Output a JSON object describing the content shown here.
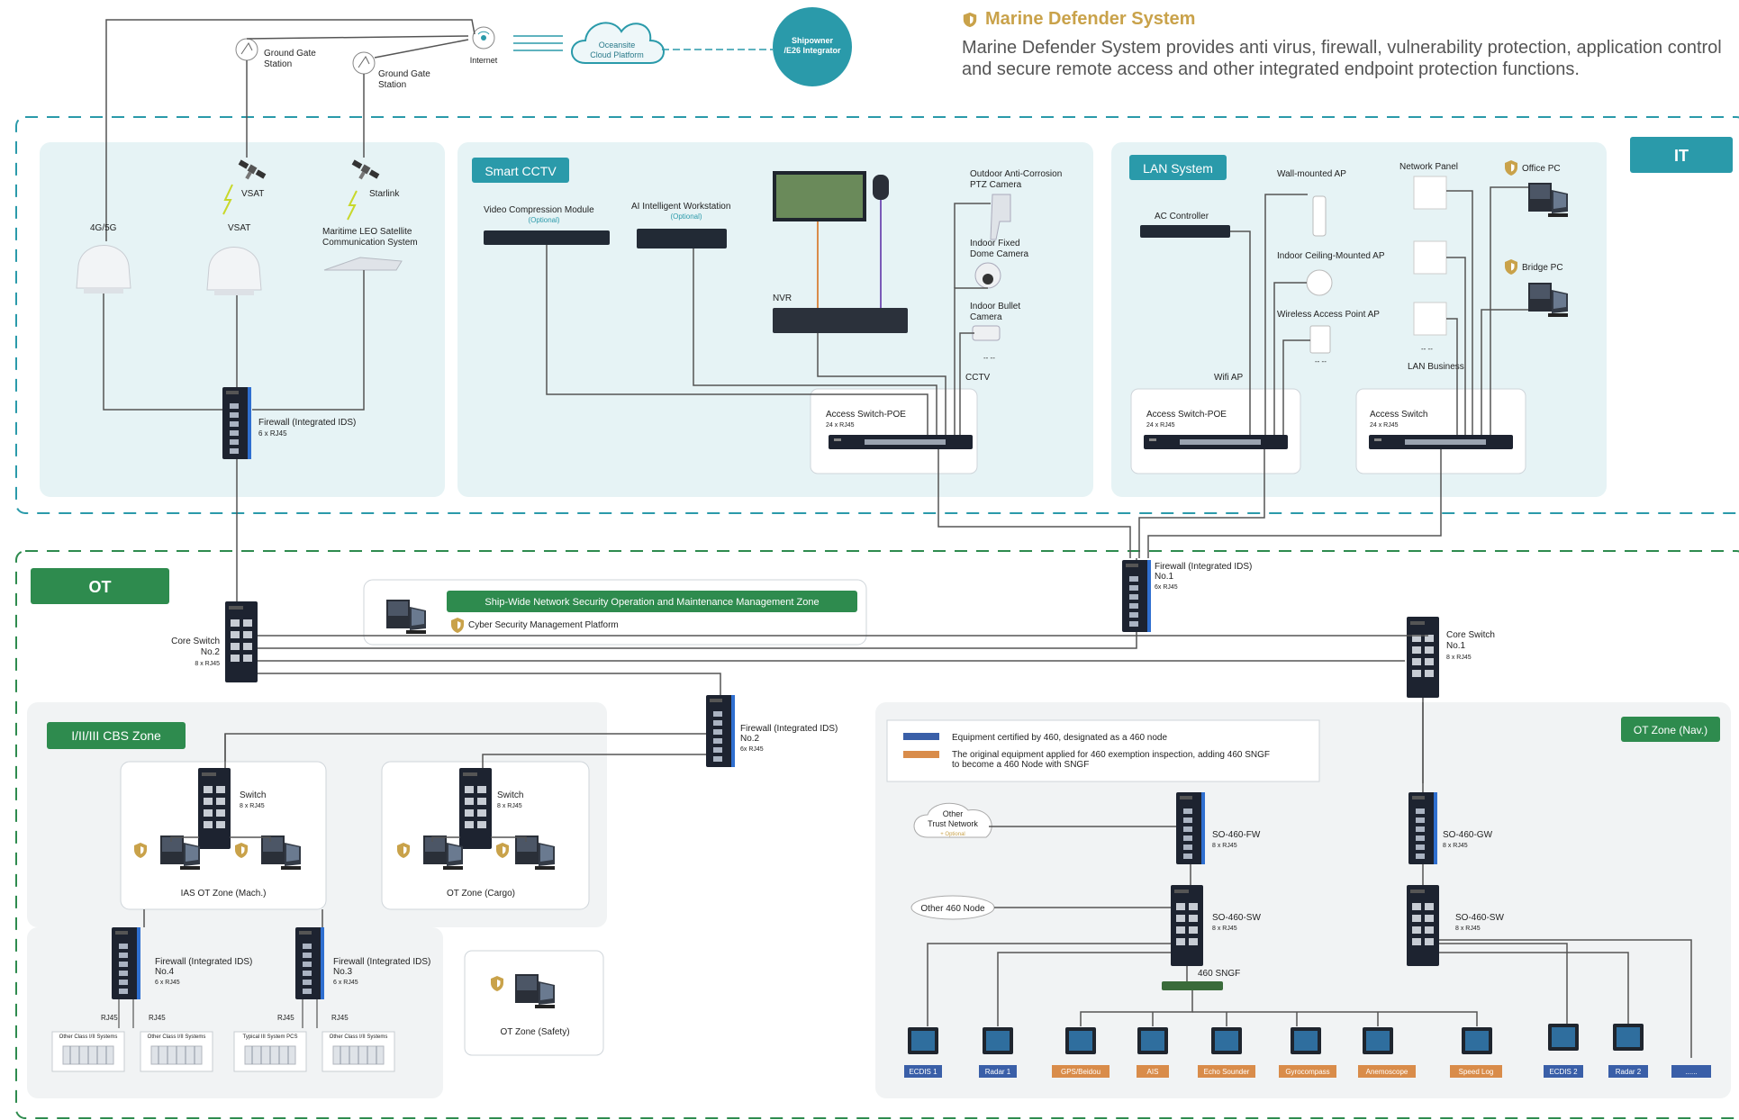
{
  "header": {
    "title": "Marine Defender System",
    "description": "Marine Defender System provides anti virus, firewall, vulnerability protection, application control and secure remote access and other integrated endpoint protection functions."
  },
  "zones": {
    "it": "IT",
    "ot": "OT",
    "smart_cctv": "Smart CCTV",
    "lan_system": "LAN System",
    "cbs_zone": "I/II/III CBS Zone",
    "ot_nav": "OT Zone (Nav.)",
    "sec_ops": "Ship-Wide Network Security Operation and Maintenance Management Zone"
  },
  "top": {
    "internet": "Internet",
    "ground_gate_1": [
      "Ground Gate",
      "Station"
    ],
    "ground_gate_2": [
      "Ground Gate",
      "Station"
    ],
    "cloud": [
      "Oceansite",
      "Cloud Platform"
    ],
    "shipowner": [
      "Shipowner",
      "/E26 Integrator"
    ]
  },
  "comms": {
    "vsat_sat": "VSAT",
    "starlink_sat": "Starlink",
    "g45": "4G/5G",
    "vsat": "VSAT",
    "leo": [
      "Maritime LEO Satellite",
      "Communication System"
    ],
    "firewall": "Firewall (Integrated IDS)",
    "firewall_ports": "6 x RJ45"
  },
  "cctv": {
    "video_compression": "Video Compression Module",
    "ai_workstation": "AI Intelligent Workstation",
    "optional": "(Optional)",
    "nvr": "NVR",
    "ptz": [
      "Outdoor Anti-Corrosion",
      "PTZ Camera"
    ],
    "dome": [
      "Indoor Fixed",
      "Dome Camera"
    ],
    "bullet": [
      "Indoor Bullet",
      "Camera"
    ],
    "cctv": "CCTV",
    "switch": "Access Switch-POE",
    "switch_ports": "24 x RJ45",
    "dots": "-- --"
  },
  "lan": {
    "ac_controller": "AC Controller",
    "wall_ap": "Wall-mounted AP",
    "ceiling_ap": "Indoor Ceiling-Mounted AP",
    "wireless_ap": "Wireless Access Point AP",
    "wifi_ap": "Wifi AP",
    "network_panel": "Network Panel",
    "lan_business": "LAN Business",
    "office_pc": "Office PC",
    "bridge_pc": "Bridge PC",
    "switch_poe": "Access Switch-POE",
    "switch": "Access Switch",
    "switch_ports": "24 x RJ45",
    "dots": "-- --"
  },
  "ot": {
    "fw1": [
      "Firewall (Integrated IDS)",
      "No.1",
      "6x RJ45"
    ],
    "fw2": [
      "Firewall (Integrated IDS)",
      "No.2",
      "6x RJ45"
    ],
    "core1": [
      "Core Switch",
      "No.1",
      "8 x RJ45"
    ],
    "core2": [
      "Core Switch",
      "No.2",
      "8 x RJ45"
    ],
    "csmp": "Cyber Security Management Platform",
    "switch": [
      "Switch",
      "8 x RJ45"
    ],
    "ias": "IAS OT Zone (Mach.)",
    "cargo": "OT Zone (Cargo)",
    "safety": "OT Zone (Safety)",
    "fw4": [
      "Firewall (Integrated IDS)",
      "No.4",
      "6 x RJ45"
    ],
    "fw3": [
      "Firewall (Integrated IDS)",
      "No.3",
      "6 x RJ45"
    ],
    "rj45": "RJ45",
    "systems": [
      "Other Class I/II Systems",
      "Other Class I/II Systems",
      "Typical III System PCS",
      "Other Class I/II Systems"
    ]
  },
  "nav": {
    "legend_blue": "Equipment certified by 460, designated as a 460 node",
    "legend_orange": [
      "The original equipment applied for 460 exemption inspection, adding 460 SNGF",
      "to become a 460 Node with SNGF"
    ],
    "other_trust": [
      "Other",
      "Trust Network",
      "+ Optional"
    ],
    "other_460": "Other 460 Node",
    "so_fw": [
      "SO-460-FW",
      "8 x RJ45"
    ],
    "so_gw": [
      "SO-460-GW",
      "8 x RJ45"
    ],
    "so_sw1": [
      "SO-460-SW",
      "8 x RJ45"
    ],
    "so_sw2": [
      "SO-460-SW",
      "8 x RJ45"
    ],
    "sngf": "460 SNGF",
    "devices": [
      "ECDIS 1",
      "Radar 1",
      "GPS/Beidou",
      "AIS",
      "Echo Sounder",
      "Gyrocompass",
      "Anemoscope",
      "Speed Log",
      "ECDIS 2",
      "Radar 2",
      "......"
    ],
    "colors": {
      "blue": "#3a5fa8",
      "orange": "#d98c4a"
    }
  },
  "colors": {
    "teal": "#2a9aaa",
    "green": "#2e8b4e",
    "zone_bg": "#e6f3f5",
    "ot_bg": "#f1f3f4",
    "gold": "#c9a24a"
  }
}
